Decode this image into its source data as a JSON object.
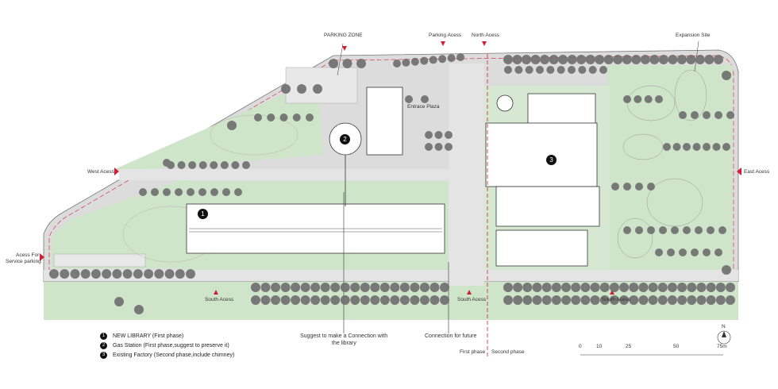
{
  "labels": {
    "parking_zone": "PARKING ZONE",
    "parking_access": "Parking Acess",
    "north_access": "North Acess",
    "expansion_site": "Expansion Site",
    "entrance_plaza": "Entrace Plaza",
    "west_access": "West Acess",
    "east_access": "East Acess",
    "service_parking_access_l1": "Acess For",
    "service_parking_access_l2": "Service parking",
    "south_access_1": "South Acess",
    "south_access_2": "South Acess",
    "south_access_3": "South Acess",
    "suggest_l1": "Suggest to make a Connection with",
    "suggest_l2": "the library",
    "connection_future": "Connection for future",
    "first_phase": "First phase",
    "second_phase": "Second phase"
  },
  "buildings": {
    "library_num": "1",
    "gas_station_num": "2",
    "factory_num": "3"
  },
  "legend": [
    {
      "num": "1",
      "text": "NEW LIBRARY (First phase)"
    },
    {
      "num": "2",
      "text": "Gas Station (First phase,suggest to preserve it)"
    },
    {
      "num": "3",
      "text": "Existing Factory (Second phase,include chimney)"
    }
  ],
  "scale_bar": {
    "ticks": [
      "0",
      "10",
      "25",
      "50",
      "75m"
    ],
    "north": "N"
  },
  "colors": {
    "green": "#cfe5c9",
    "road": "#dcdcdc",
    "tree": "#6e6e6e",
    "red": "#d01f36"
  }
}
